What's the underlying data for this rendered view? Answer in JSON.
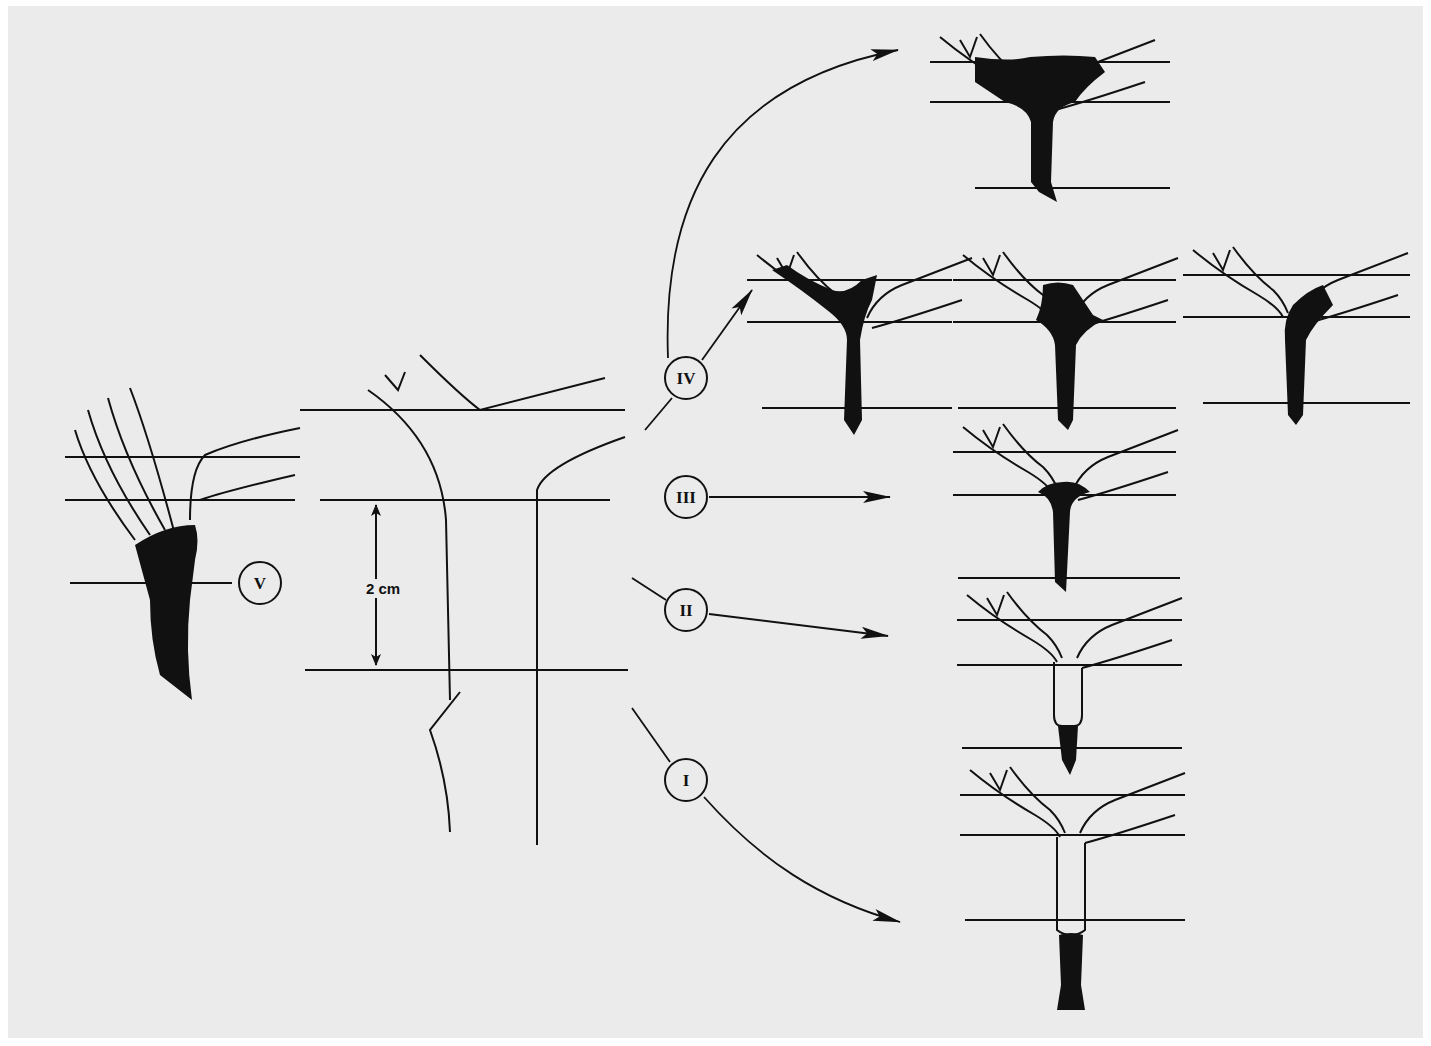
{
  "diagram": {
    "nodes": [
      {
        "text": [
          "V"
        ]
      },
      {
        "text": [
          "IV"
        ]
      },
      {
        "text": [
          "III"
        ]
      },
      {
        "text": [
          "II"
        ]
      },
      {
        "text": [
          "I"
        ]
      }
    ],
    "labels": [
      "2 cm"
    ]
  }
}
